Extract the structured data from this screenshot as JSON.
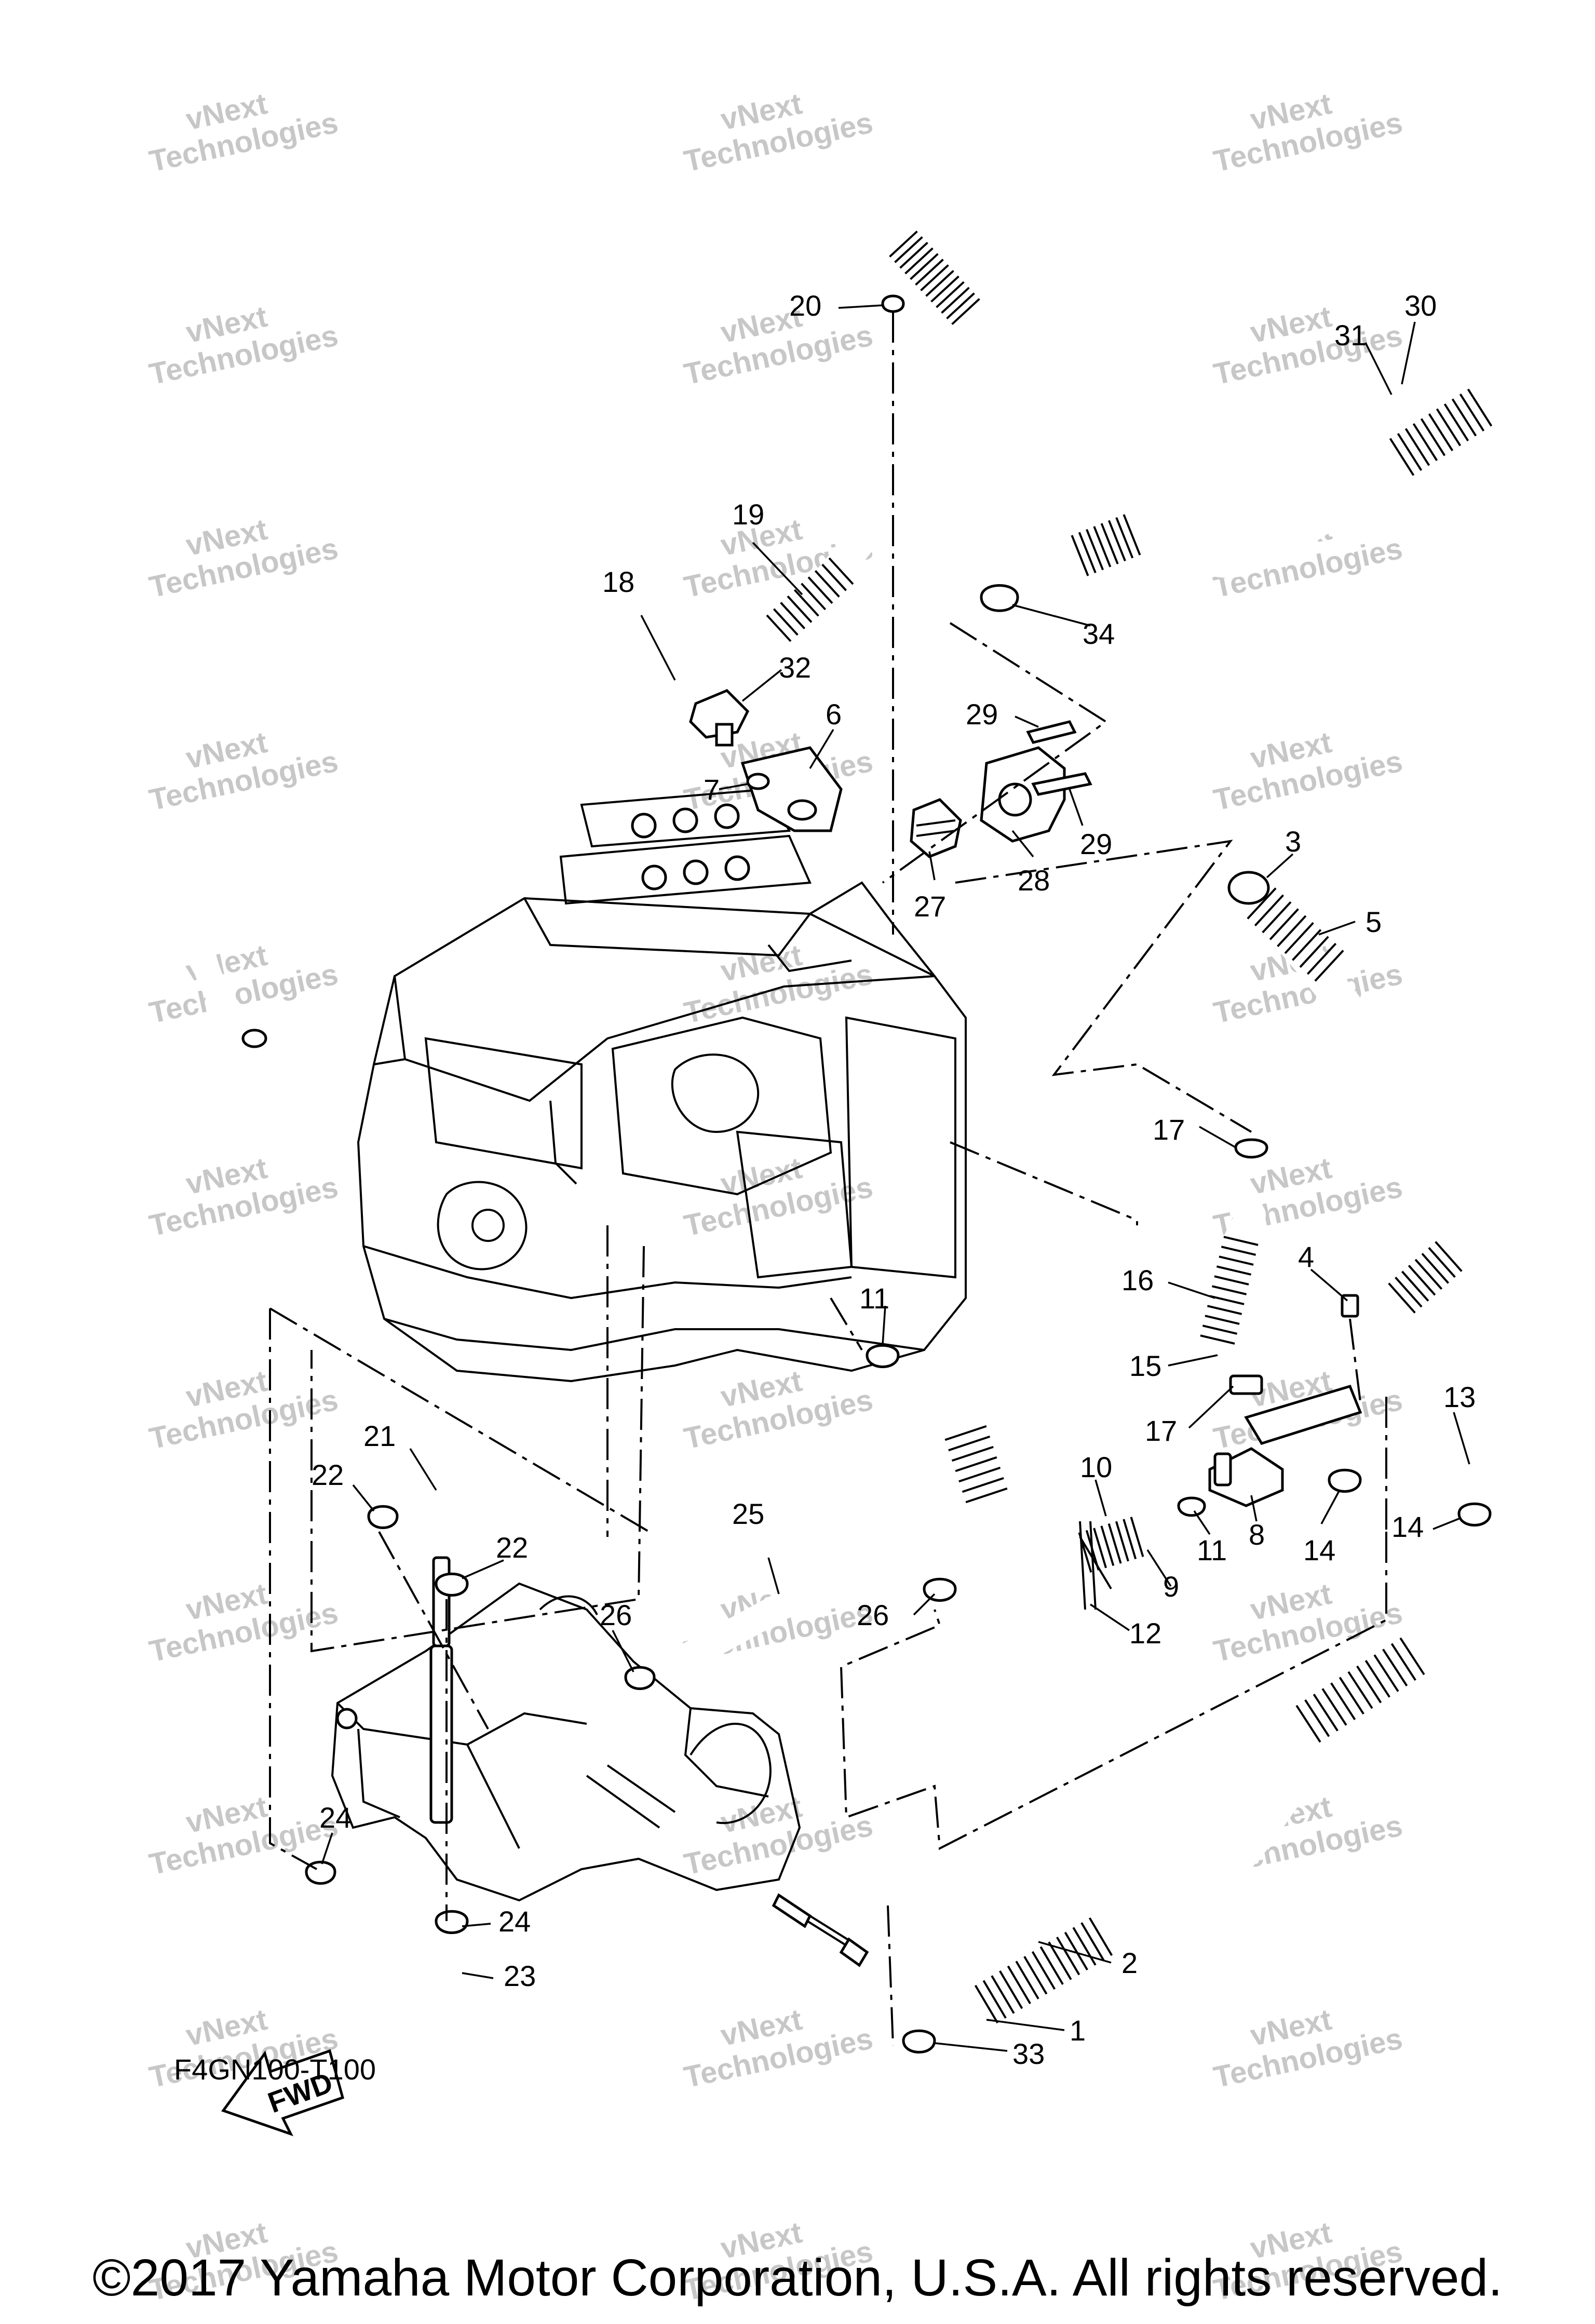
{
  "diagram": {
    "code": "F4GN100-T100",
    "fwd_label": "FWD",
    "copyright": "©2017 Yamaha Motor Corporation, U.S.A. All rights reserved.",
    "watermark": [
      "vNext",
      "Technologies"
    ],
    "callouts": [
      {
        "id": "c1",
        "text": "1"
      },
      {
        "id": "c2",
        "text": "2"
      },
      {
        "id": "c3",
        "text": "3"
      },
      {
        "id": "c4",
        "text": "4"
      },
      {
        "id": "c5",
        "text": "5"
      },
      {
        "id": "c6",
        "text": "6"
      },
      {
        "id": "c7",
        "text": "7"
      },
      {
        "id": "c8",
        "text": "8"
      },
      {
        "id": "c9",
        "text": "9"
      },
      {
        "id": "c10",
        "text": "10"
      },
      {
        "id": "c11a",
        "text": "11"
      },
      {
        "id": "c11b",
        "text": "11"
      },
      {
        "id": "c12",
        "text": "12"
      },
      {
        "id": "c13",
        "text": "13"
      },
      {
        "id": "c14a",
        "text": "14"
      },
      {
        "id": "c14b",
        "text": "14"
      },
      {
        "id": "c15",
        "text": "15"
      },
      {
        "id": "c16",
        "text": "16"
      },
      {
        "id": "c17a",
        "text": "17"
      },
      {
        "id": "c17b",
        "text": "17"
      },
      {
        "id": "c18",
        "text": "18"
      },
      {
        "id": "c19",
        "text": "19"
      },
      {
        "id": "c20",
        "text": "20"
      },
      {
        "id": "c21",
        "text": "21"
      },
      {
        "id": "c22a",
        "text": "22"
      },
      {
        "id": "c22b",
        "text": "22"
      },
      {
        "id": "c23",
        "text": "23"
      },
      {
        "id": "c24a",
        "text": "24"
      },
      {
        "id": "c24b",
        "text": "24"
      },
      {
        "id": "c25",
        "text": "25"
      },
      {
        "id": "c26a",
        "text": "26"
      },
      {
        "id": "c26b",
        "text": "26"
      },
      {
        "id": "c27",
        "text": "27"
      },
      {
        "id": "c28",
        "text": "28"
      },
      {
        "id": "c29a",
        "text": "29"
      },
      {
        "id": "c29b",
        "text": "29"
      },
      {
        "id": "c30",
        "text": "30"
      },
      {
        "id": "c31",
        "text": "31"
      },
      {
        "id": "c32",
        "text": "32"
      },
      {
        "id": "c33",
        "text": "33"
      },
      {
        "id": "c34",
        "text": "34"
      }
    ]
  }
}
